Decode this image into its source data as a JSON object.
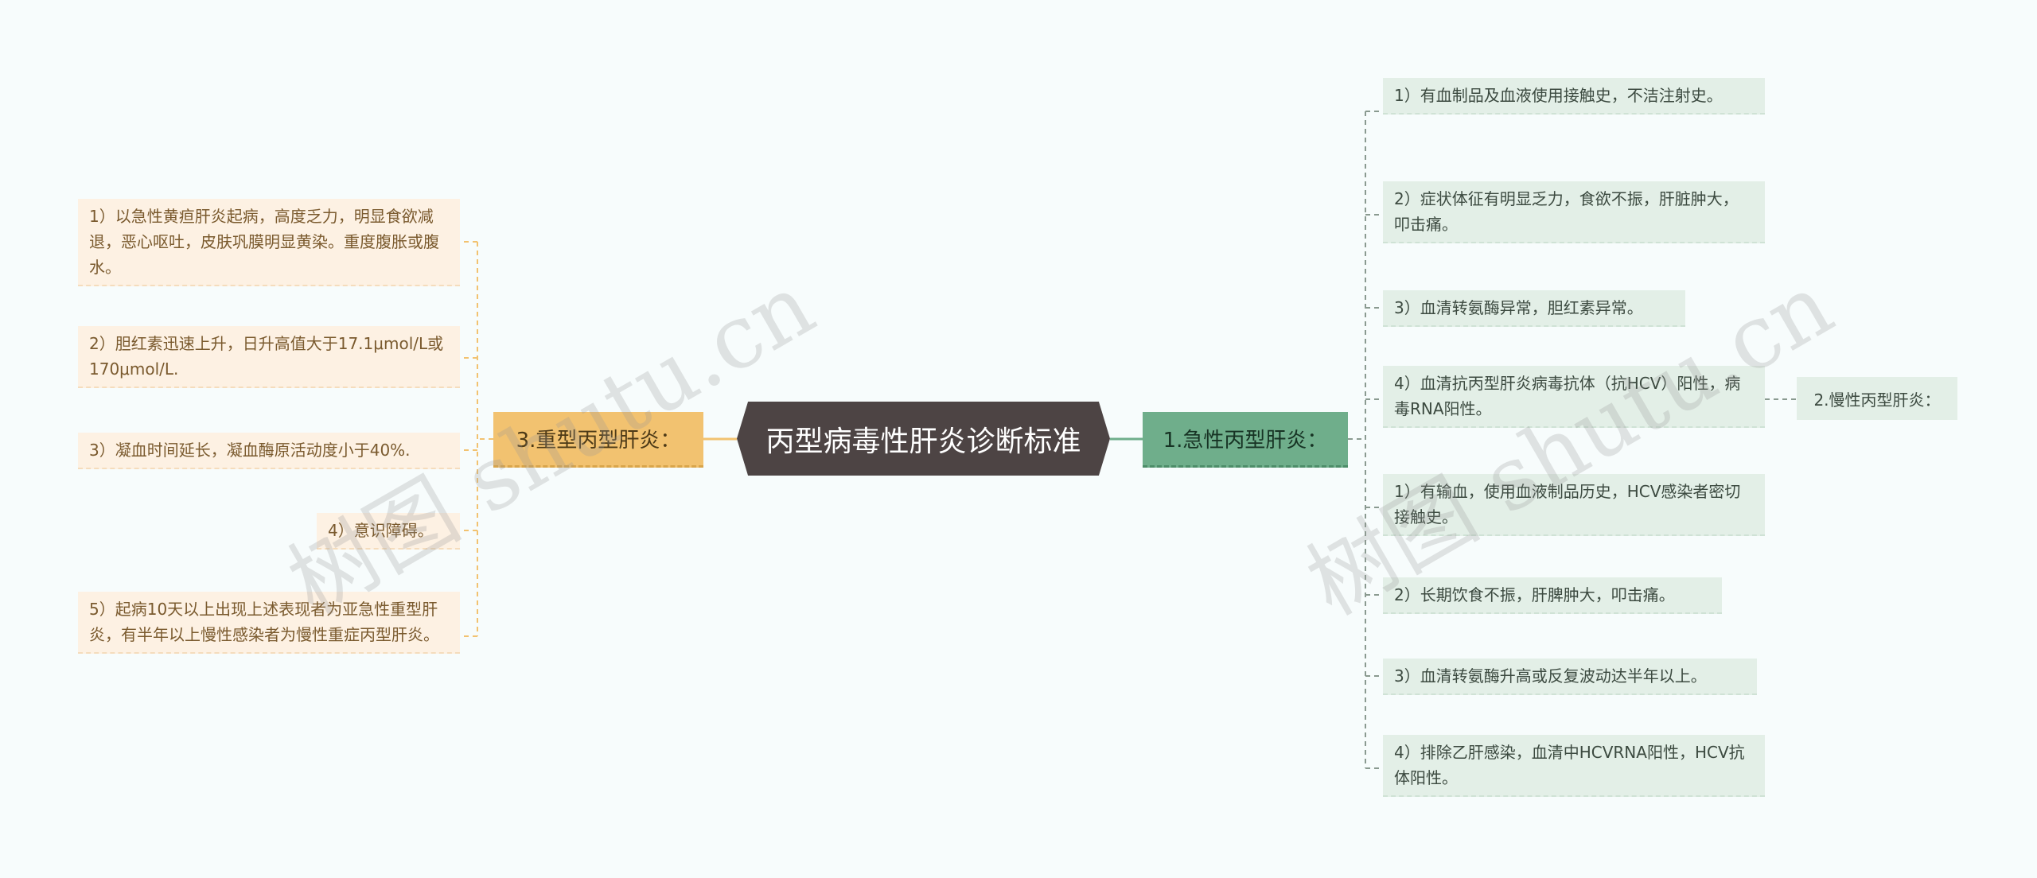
{
  "diagram": {
    "title": "丙型病毒性肝炎诊断标准",
    "left_branch": {
      "label": "3.重型丙型肝炎：",
      "items": [
        "1）以急性黄疸肝炎起病，高度乏力，明显食欲减退，恶心呕吐，皮肤巩膜明显黄染。重度腹胀或腹水。",
        "2）胆红素迅速上升，日升高值大于17.1μmol/L或170μmol/L.",
        "3）凝血时间延长，凝血酶原活动度小于40%.",
        "4）意识障碍。",
        "5）起病10天以上出现上述表现者为亚急性重型肝炎，有半年以上慢性感染者为慢性重症丙型肝炎。"
      ]
    },
    "right_branch": {
      "label": "1.急性丙型肝炎：",
      "items": [
        "1）有血制品及血液使用接触史，不洁注射史。",
        "2）症状体征有明显乏力，食欲不振，肝脏肿大，叩击痛。",
        "3）血清转氨酶异常，胆红素异常。",
        "4）血清抗丙型肝炎病毒抗体（抗HCV）阳性，病毒RNA阳性。",
        "1）有输血，使用血液制品历史，HCV感染者密切接触史。",
        "2）长期饮食不振，肝脾肿大，叩击痛。",
        "3）血清转氨酶升高或反复波动达半年以上。",
        "4）排除乙肝感染，血清中HCVRNA阳性，HCV抗体阳性。"
      ],
      "sub_label": "2.慢性丙型肝炎："
    },
    "watermark": [
      "树图 shutu.cn",
      "树图 shutu.cn"
    ],
    "colors": {
      "center": "#4d4444",
      "left_branch": "#f2c270",
      "right_branch": "#6fae8b",
      "left_leaf": "#fdf1e3",
      "right_leaf": "#e3efe7",
      "background": "#f7fcfc"
    }
  }
}
